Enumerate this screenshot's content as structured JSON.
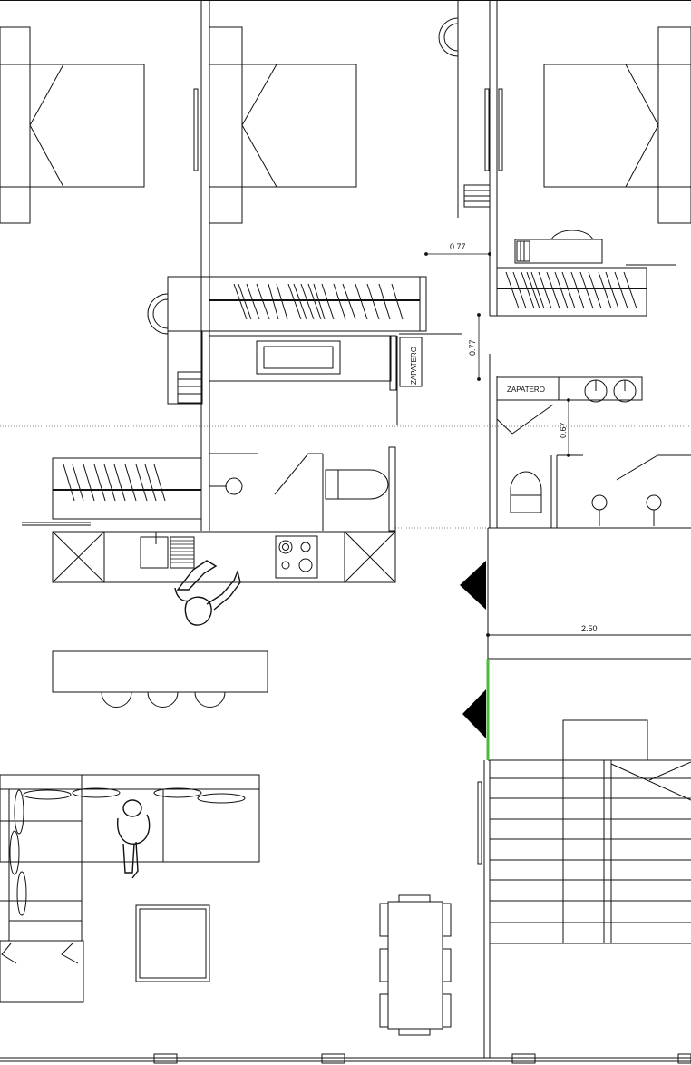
{
  "plan": {
    "dimensions": {
      "d1": "0.77",
      "d2": "0.77",
      "d3": "0.67",
      "d4": "2.50"
    },
    "labels": {
      "shoe_cabinet_left": "ZAPATERO",
      "shoe_cabinet_right": "ZAPATERO"
    },
    "accent_color": "#4cbb3c"
  }
}
